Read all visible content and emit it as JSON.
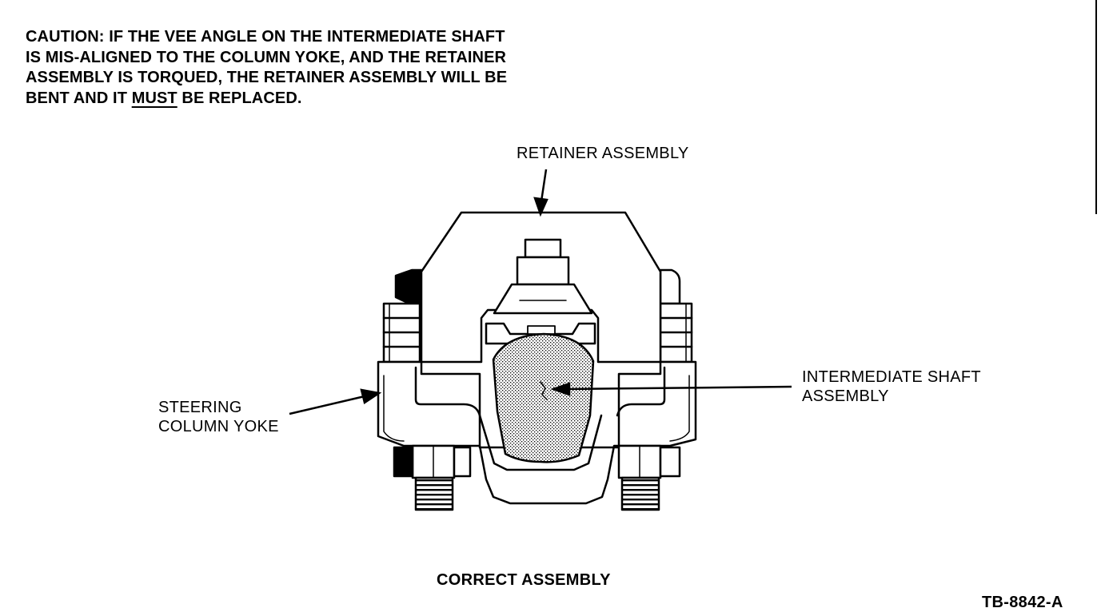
{
  "caution": {
    "line1": "CAUTION: IF THE VEE ANGLE ON THE INTERMEDIATE SHAFT",
    "line2": "IS MIS-ALIGNED TO THE COLUMN YOKE, AND THE RETAINER",
    "line3": "ASSEMBLY IS TORQUED, THE RETAINER ASSEMBLY WILL BE",
    "line4_before": "BENT AND IT ",
    "line4_emphasis": "MUST",
    "line4_after": " BE REPLACED."
  },
  "labels": {
    "retainer": "RETAINER ASSEMBLY",
    "steering_line1": "STEERING",
    "steering_line2": "COLUMN YOKE",
    "shaft_line1": "INTERMEDIATE SHAFT",
    "shaft_line2": "ASSEMBLY"
  },
  "caption": "CORRECT ASSEMBLY",
  "figure_id": "TB-8842-A"
}
